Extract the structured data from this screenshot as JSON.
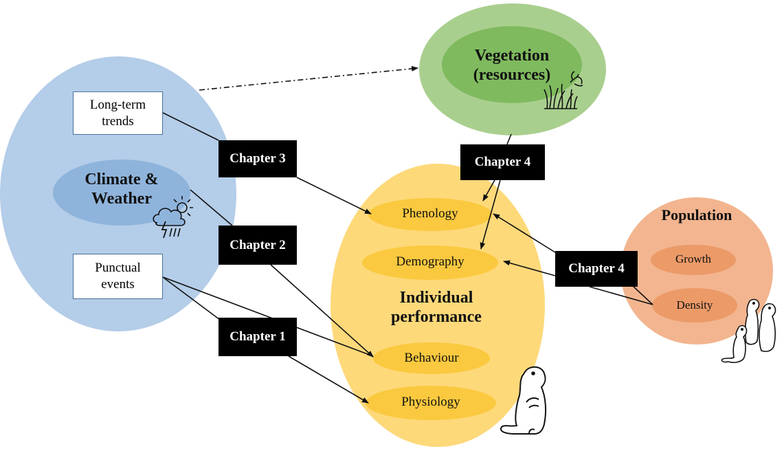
{
  "nodes": {
    "climate": {
      "title_line1": "Climate &",
      "title_line2": "Weather",
      "long_term_line1": "Long-term",
      "long_term_line2": "trends",
      "punctual_line1": "Punctual",
      "punctual_line2": "events"
    },
    "vegetation": {
      "title_line1": "Vegetation",
      "title_line2": "(resources)"
    },
    "individual": {
      "title_line1": "Individual",
      "title_line2": "performance",
      "phenology": "Phenology",
      "demography": "Demography",
      "behaviour": "Behaviour",
      "physiology": "Physiology"
    },
    "population": {
      "title": "Population",
      "growth": "Growth",
      "density": "Density"
    }
  },
  "chapters": {
    "ch1": "Chapter 1",
    "ch2": "Chapter 2",
    "ch3": "Chapter 3",
    "ch4a": "Chapter 4",
    "ch4b": "Chapter 4"
  },
  "colors": {
    "climate_outer": "#b4cde8",
    "climate_inner": "#8fb4dc",
    "vegetation_outer": "#a9cf8e",
    "vegetation_inner": "#7fba5e",
    "individual_outer": "#fdd97a",
    "individual_inner": "#fbc93f",
    "population_outer": "#f2b58f",
    "population_inner": "#ec9a68",
    "chapter_bg": "#000000"
  },
  "icons": [
    "storm-cloud-icon",
    "grass-icon",
    "marmot-icon",
    "marmot-group-icon"
  ]
}
